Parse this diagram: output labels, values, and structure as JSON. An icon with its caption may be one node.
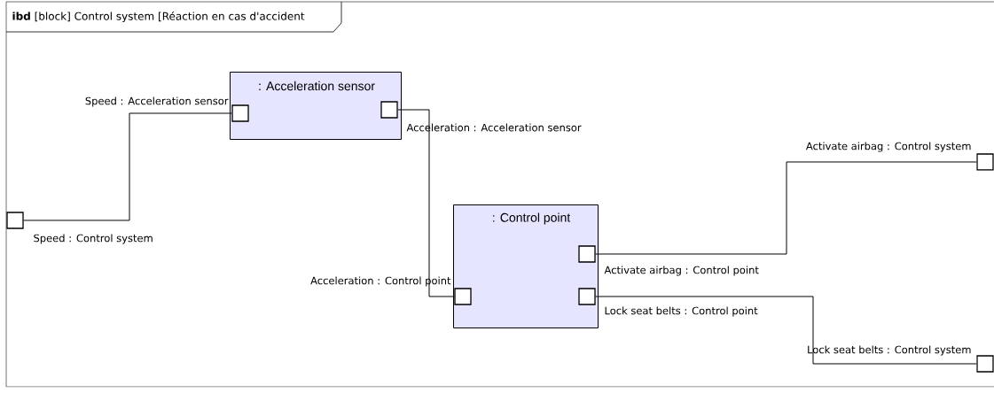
{
  "diagram": {
    "nodes": [
      {
        "text": [
          "**ibd** [block] Control system [Réaction en cas d'accident"
        ]
      },
      {
        "text": [
          ": Acceleration sensor"
        ],
        "in": 0
      },
      {
        "text": [
          ": Control point"
        ],
        "in": 0
      },
      {
        "text": [],
        "shape": "box",
        "beside": [
          "Speed : Control system"
        ],
        "in": 0
      },
      {
        "text": [],
        "shape": "box",
        "beside": [
          "Speed : Acceleration sensor"
        ],
        "in": 1
      },
      {
        "text": [],
        "shape": "box",
        "beside": [
          "Acceleration : Acceleration sensor"
        ],
        "in": 1
      },
      {
        "text": [],
        "shape": "box",
        "beside": [
          "Acceleration : Control point"
        ],
        "in": 2
      },
      {
        "text": [],
        "shape": "box",
        "beside": [
          "Activate airbag : Control point"
        ],
        "in": 2
      },
      {
        "text": [],
        "shape": "box",
        "beside": [
          "Lock seat belts : Control point"
        ],
        "in": 2
      },
      {
        "text": [],
        "shape": "box",
        "beside": [
          "Activate airbag : Control system"
        ],
        "in": 0
      },
      {
        "text": [],
        "shape": "box",
        "beside": [
          "Lock seat belts : Control system"
        ],
        "in": 0
      }
    ],
    "edges": [
      {
        "from": 3,
        "to": 4,
        "arrow": "none"
      },
      {
        "from": 5,
        "to": 6,
        "arrow": "none"
      },
      {
        "from": 7,
        "to": 9,
        "arrow": "none"
      },
      {
        "from": 8,
        "to": 10,
        "arrow": "none"
      }
    ]
  }
}
